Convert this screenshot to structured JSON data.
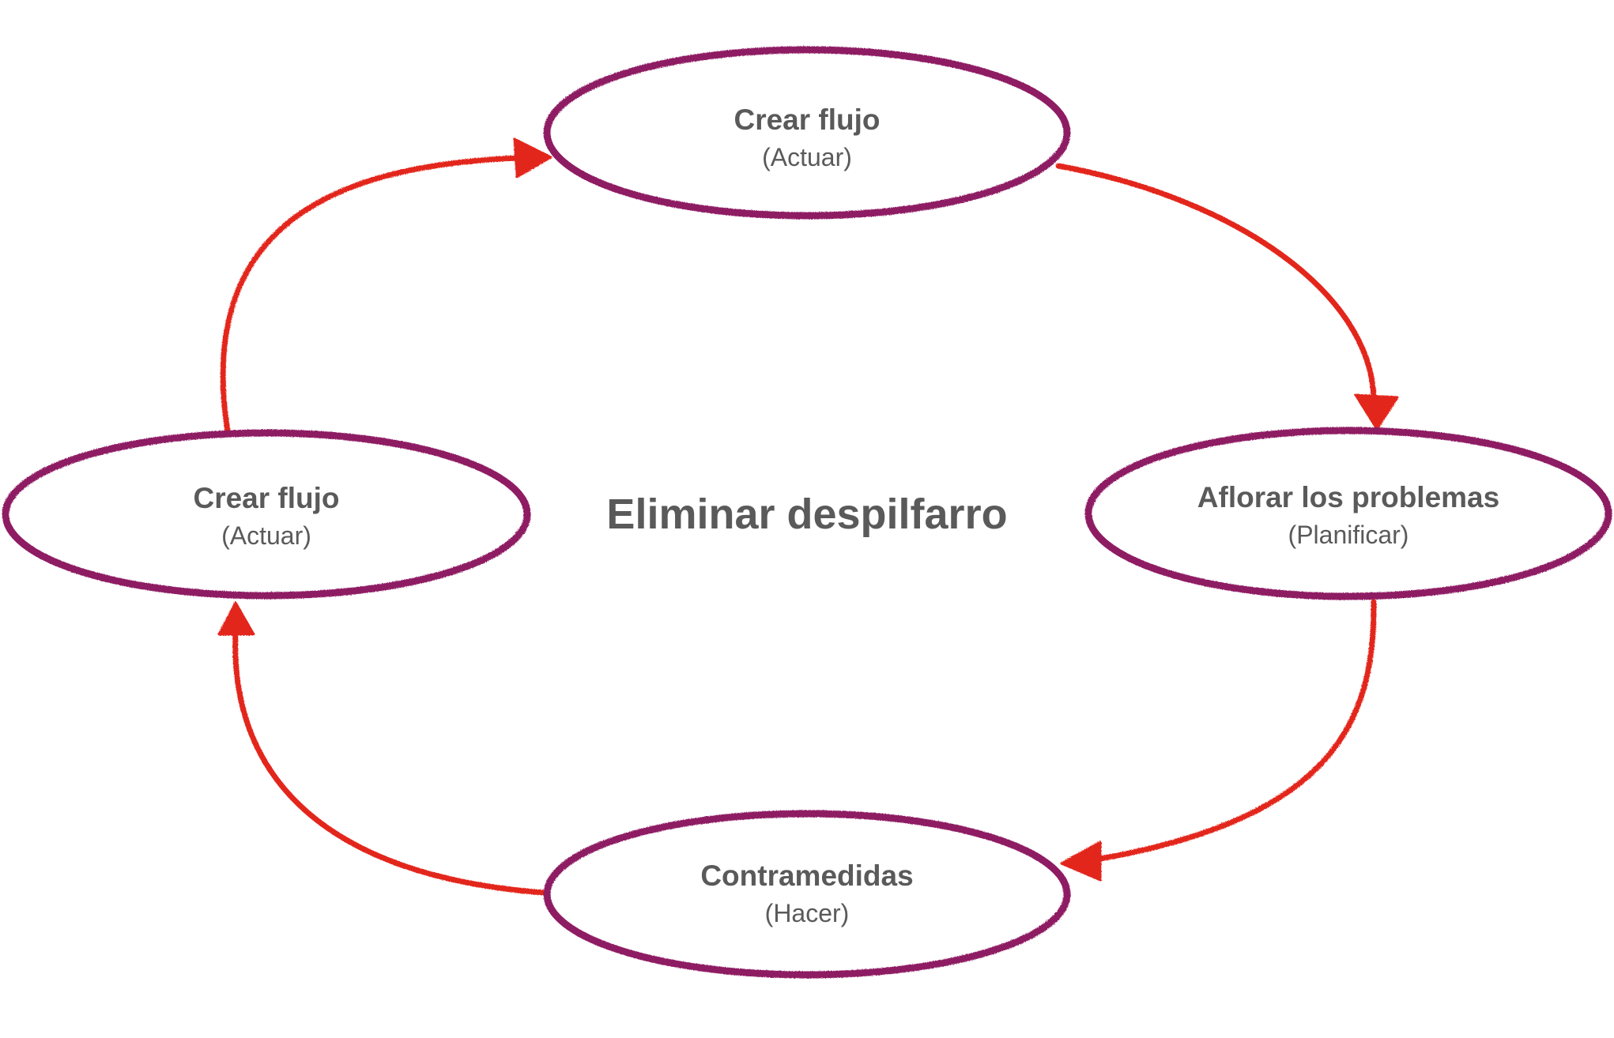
{
  "center_title": "Eliminar despilfarro",
  "colors": {
    "ellipse_stroke": "#8e1a64",
    "arrow_stroke": "#e3261f",
    "text": "#5a5a5a",
    "background": "#ffffff"
  },
  "nodes": {
    "top": {
      "title": "Crear flujo",
      "subtitle": "(Actuar)"
    },
    "right": {
      "title": "Aflorar los problemas",
      "subtitle": "(Planificar)"
    },
    "bottom": {
      "title": "Contramedidas",
      "subtitle": "(Hacer)"
    },
    "left": {
      "title": "Crear flujo",
      "subtitle": "(Actuar)"
    }
  },
  "edges": [
    {
      "from": "top",
      "to": "right"
    },
    {
      "from": "right",
      "to": "bottom"
    },
    {
      "from": "bottom",
      "to": "left"
    },
    {
      "from": "left",
      "to": "top"
    }
  ]
}
